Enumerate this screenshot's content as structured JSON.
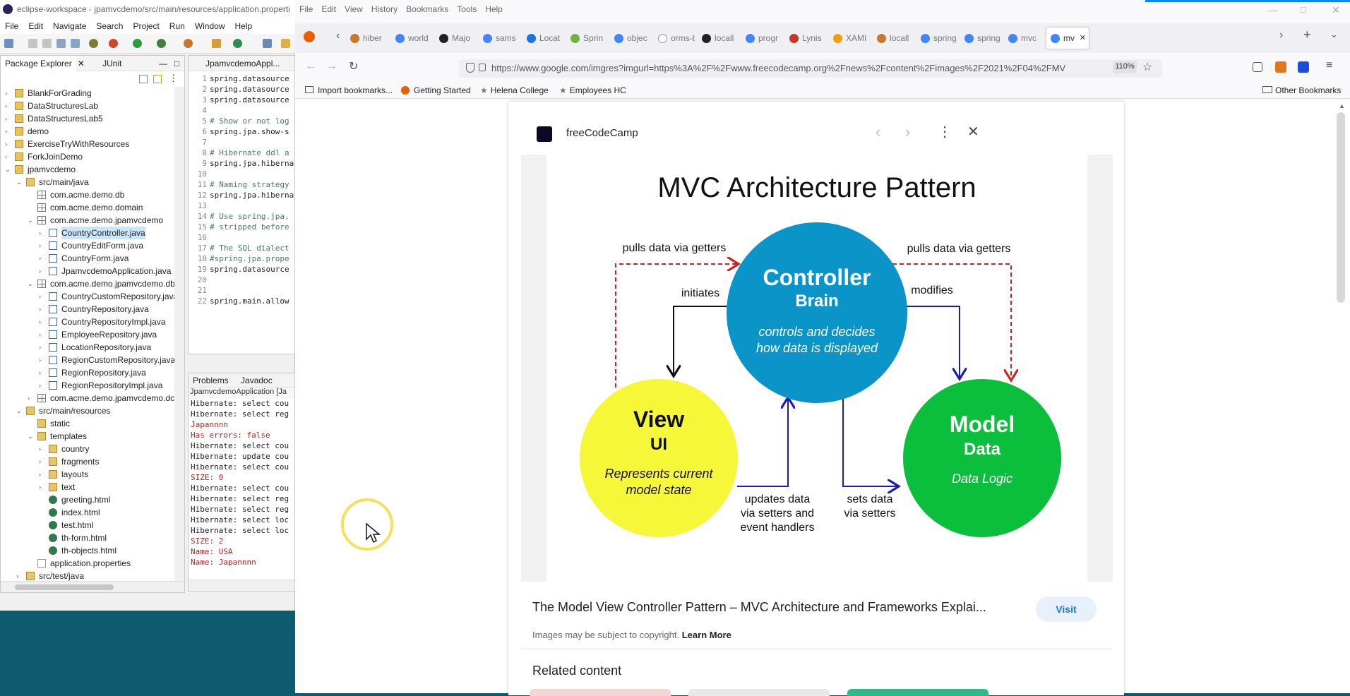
{
  "eclipse": {
    "title": "eclipse-workspace - jpamvcdemo/src/main/resources/application.properti",
    "menu": [
      "File",
      "Edit",
      "Navigate",
      "Search",
      "Project",
      "Run",
      "Window",
      "Help"
    ],
    "views": {
      "package_explorer": "Package Explorer",
      "junit": "JUnit"
    },
    "tree": [
      {
        "label": "BlankForGrading",
        "level": 0,
        "kind": "proj",
        "arrow": "›"
      },
      {
        "label": "DataStructuresLab",
        "level": 0,
        "kind": "proj",
        "arrow": "›"
      },
      {
        "label": "DataStructuresLab5",
        "level": 0,
        "kind": "proj",
        "arrow": "›"
      },
      {
        "label": "demo",
        "level": 0,
        "kind": "proj",
        "arrow": "›"
      },
      {
        "label": "ExerciseTryWithResources",
        "level": 0,
        "kind": "proj",
        "arrow": "›"
      },
      {
        "label": "ForkJoinDemo",
        "level": 0,
        "kind": "proj",
        "arrow": "›"
      },
      {
        "label": "jpamvcdemo",
        "level": 0,
        "kind": "proj",
        "arrow": "⌄"
      },
      {
        "label": "src/main/java",
        "level": 1,
        "kind": "fold",
        "arrow": "⌄"
      },
      {
        "label": "com.acme.demo.db",
        "level": 2,
        "kind": "pkgi",
        "arrow": ""
      },
      {
        "label": "com.acme.demo.domain",
        "level": 2,
        "kind": "pkgi",
        "arrow": ""
      },
      {
        "label": "com.acme.demo.jpamvcdemo",
        "level": 2,
        "kind": "pkgi",
        "arrow": "⌄"
      },
      {
        "label": "CountryController.java",
        "level": 3,
        "kind": "java",
        "arrow": "›",
        "selected": true
      },
      {
        "label": "CountryEditForm.java",
        "level": 3,
        "kind": "java",
        "arrow": "›"
      },
      {
        "label": "CountryForm.java",
        "level": 3,
        "kind": "java",
        "arrow": "›"
      },
      {
        "label": "JpamvcdemoApplication.java",
        "level": 3,
        "kind": "java",
        "arrow": "›"
      },
      {
        "label": "com.acme.demo.jpamvcdemo.db",
        "level": 2,
        "kind": "pkgi",
        "arrow": "⌄"
      },
      {
        "label": "CountryCustomRepository.java",
        "level": 3,
        "kind": "java",
        "arrow": "›"
      },
      {
        "label": "CountryRepository.java",
        "level": 3,
        "kind": "java",
        "arrow": "›"
      },
      {
        "label": "CountryRepositoryImpl.java",
        "level": 3,
        "kind": "java",
        "arrow": "›"
      },
      {
        "label": "EmployeeRepository.java",
        "level": 3,
        "kind": "java",
        "arrow": "›"
      },
      {
        "label": "LocationRepository.java",
        "level": 3,
        "kind": "java",
        "arrow": "›"
      },
      {
        "label": "RegionCustomRepository.java",
        "level": 3,
        "kind": "java",
        "arrow": "›"
      },
      {
        "label": "RegionRepository.java",
        "level": 3,
        "kind": "java",
        "arrow": "›"
      },
      {
        "label": "RegionRepositoryImpl.java",
        "level": 3,
        "kind": "java",
        "arrow": "›"
      },
      {
        "label": "com.acme.demo.jpamvcdemo.dc",
        "level": 2,
        "kind": "pkgi",
        "arrow": "›"
      },
      {
        "label": "src/main/resources",
        "level": 1,
        "kind": "fold",
        "arrow": "⌄"
      },
      {
        "label": "static",
        "level": 2,
        "kind": "fold",
        "arrow": ""
      },
      {
        "label": "templates",
        "level": 2,
        "kind": "fold",
        "arrow": "⌄"
      },
      {
        "label": "country",
        "level": 3,
        "kind": "fold",
        "arrow": "›"
      },
      {
        "label": "fragments",
        "level": 3,
        "kind": "fold",
        "arrow": "›"
      },
      {
        "label": "layouts",
        "level": 3,
        "kind": "fold",
        "arrow": "›"
      },
      {
        "label": "text",
        "level": 3,
        "kind": "fold",
        "arrow": "›"
      },
      {
        "label": "greeting.html",
        "level": 3,
        "kind": "html",
        "arrow": ""
      },
      {
        "label": "index.html",
        "level": 3,
        "kind": "html",
        "arrow": ""
      },
      {
        "label": "test.html",
        "level": 3,
        "kind": "html",
        "arrow": ""
      },
      {
        "label": "th-form.html",
        "level": 3,
        "kind": "html",
        "arrow": ""
      },
      {
        "label": "th-objects.html",
        "level": 3,
        "kind": "html",
        "arrow": ""
      },
      {
        "label": "application.properties",
        "level": 2,
        "kind": "prop",
        "arrow": ""
      },
      {
        "label": "src/test/java",
        "level": 1,
        "kind": "fold",
        "arrow": "›"
      }
    ],
    "editor_tab": "JpamvcdemoAppl...",
    "code": [
      {
        "n": "1",
        "t": "spring.datasource",
        "c": false
      },
      {
        "n": "2",
        "t": "spring.datasource",
        "c": false
      },
      {
        "n": "3",
        "t": "spring.datasource",
        "c": false
      },
      {
        "n": "4",
        "t": "",
        "c": false
      },
      {
        "n": "5",
        "t": "# Show or not log",
        "c": true
      },
      {
        "n": "6",
        "t": "spring.jpa.show-s",
        "c": false
      },
      {
        "n": "7",
        "t": "",
        "c": false
      },
      {
        "n": "8",
        "t": "# Hibernate ddl a",
        "c": true
      },
      {
        "n": "9",
        "t": "spring.jpa.hiberna",
        "c": false
      },
      {
        "n": "10",
        "t": "",
        "c": false
      },
      {
        "n": "11",
        "t": "# Naming strategy",
        "c": true
      },
      {
        "n": "12",
        "t": "spring.jpa.hiberna",
        "c": false
      },
      {
        "n": "13",
        "t": "",
        "c": false
      },
      {
        "n": "14",
        "t": "# Use spring.jpa.",
        "c": true
      },
      {
        "n": "15",
        "t": "# stripped before",
        "c": true
      },
      {
        "n": "16",
        "t": "",
        "c": false
      },
      {
        "n": "17",
        "t": "# The SQL dialect",
        "c": true
      },
      {
        "n": "18",
        "t": "#spring.jpa.prope",
        "c": true
      },
      {
        "n": "19",
        "t": "spring.datasource",
        "c": false
      },
      {
        "n": "20",
        "t": "",
        "c": false
      },
      {
        "n": "21",
        "t": "",
        "c": false
      },
      {
        "n": "22",
        "t": "spring.main.allow",
        "c": false
      }
    ],
    "console_tabs": {
      "problems": "Problems",
      "javadoc": "Javadoc"
    },
    "console_title": "JpamvcdemoApplication [Ja",
    "console": [
      {
        "t": "Hibernate: select cou",
        "r": false
      },
      {
        "t": "Hibernate: select reg",
        "r": false
      },
      {
        "t": "Japannnn",
        "r": true
      },
      {
        "t": "Has errors: false",
        "r": true
      },
      {
        "t": "Hibernate: select cou",
        "r": false
      },
      {
        "t": "Hibernate: update cou",
        "r": false
      },
      {
        "t": "Hibernate: select cou",
        "r": false
      },
      {
        "t": "SIZE: 0",
        "r": true
      },
      {
        "t": "Hibernate: select cou",
        "r": false
      },
      {
        "t": "Hibernate: select reg",
        "r": false
      },
      {
        "t": "Hibernate: select reg",
        "r": false
      },
      {
        "t": "Hibernate: select loc",
        "r": false
      },
      {
        "t": "Hibernate: select loc",
        "r": false
      },
      {
        "t": "SIZE: 2",
        "r": true
      },
      {
        "t": "Name: USA",
        "r": true
      },
      {
        "t": "Name: Japannnn",
        "r": true
      }
    ]
  },
  "firefox": {
    "menu": [
      "File",
      "Edit",
      "View",
      "History",
      "Bookmarks",
      "Tools",
      "Help"
    ],
    "tabs": [
      {
        "label": "hiber",
        "color": "#c9772c"
      },
      {
        "label": "world",
        "color": "#4285f4"
      },
      {
        "label": "Majo",
        "color": "#222"
      },
      {
        "label": "sams",
        "color": "#4285f4"
      },
      {
        "label": "Locat",
        "color": "#1a73e8"
      },
      {
        "label": "Sprin",
        "color": "#6db33f"
      },
      {
        "label": "objec",
        "color": "#4285f4"
      },
      {
        "label": "orms-brid",
        "color": "#fff"
      },
      {
        "label": "locall",
        "color": "#222"
      },
      {
        "label": "progr",
        "color": "#4285f4"
      },
      {
        "label": "Lynis",
        "color": "#c0392b"
      },
      {
        "label": "XAMI",
        "color": "#f39c12"
      },
      {
        "label": "locall",
        "color": "#c9772c"
      },
      {
        "label": "spring",
        "color": "#4285f4"
      },
      {
        "label": "spring",
        "color": "#4285f4"
      },
      {
        "label": "mvc",
        "color": "#4285f4"
      },
      {
        "label": "mv",
        "color": "#4285f4",
        "active": true
      }
    ],
    "url": "https://www.google.com/imgres?imgurl=https%3A%2F%2Fwww.freecodecamp.org%2Fnews%2Fcontent%2Fimages%2F2021%2F04%2FMV",
    "zoom": "110%",
    "bookmarks": [
      "Import bookmarks...",
      "Getting Started",
      "Helena College",
      "Employees HC"
    ],
    "other_bookmarks": "Other Bookmarks"
  },
  "panel": {
    "source": "freeCodeCamp",
    "caption": "The Model View Controller Pattern – MVC Architecture and Frameworks Explai...",
    "visit": "Visit",
    "copyright": "Images may be subject to copyright.",
    "learn_more": "Learn More",
    "related": "Related content"
  },
  "diagram": {
    "title": "MVC Architecture Pattern",
    "controller": {
      "name": "Controller",
      "sub": "Brain",
      "desc1": "controls and decides",
      "desc2": "how data is displayed",
      "color": "#0a94c8"
    },
    "view": {
      "name": "View",
      "sub": "UI",
      "desc1": "Represents current",
      "desc2": "model state",
      "color": "#f7f73a"
    },
    "model": {
      "name": "Model",
      "sub": "Data",
      "desc1": "Data Logic",
      "color": "#0bbf3c"
    },
    "labels": {
      "pulls_left": "pulls data via getters",
      "pulls_right": "pulls data via getters",
      "initiates": "initiates",
      "modifies": "modifies",
      "updates1": "updates data",
      "updates2": "via setters and",
      "updates3": "event handlers",
      "sets1": "sets data",
      "sets2": "via setters"
    },
    "colors": {
      "red": "#d42020",
      "blue": "#1a1ab8",
      "black": "#111"
    }
  }
}
